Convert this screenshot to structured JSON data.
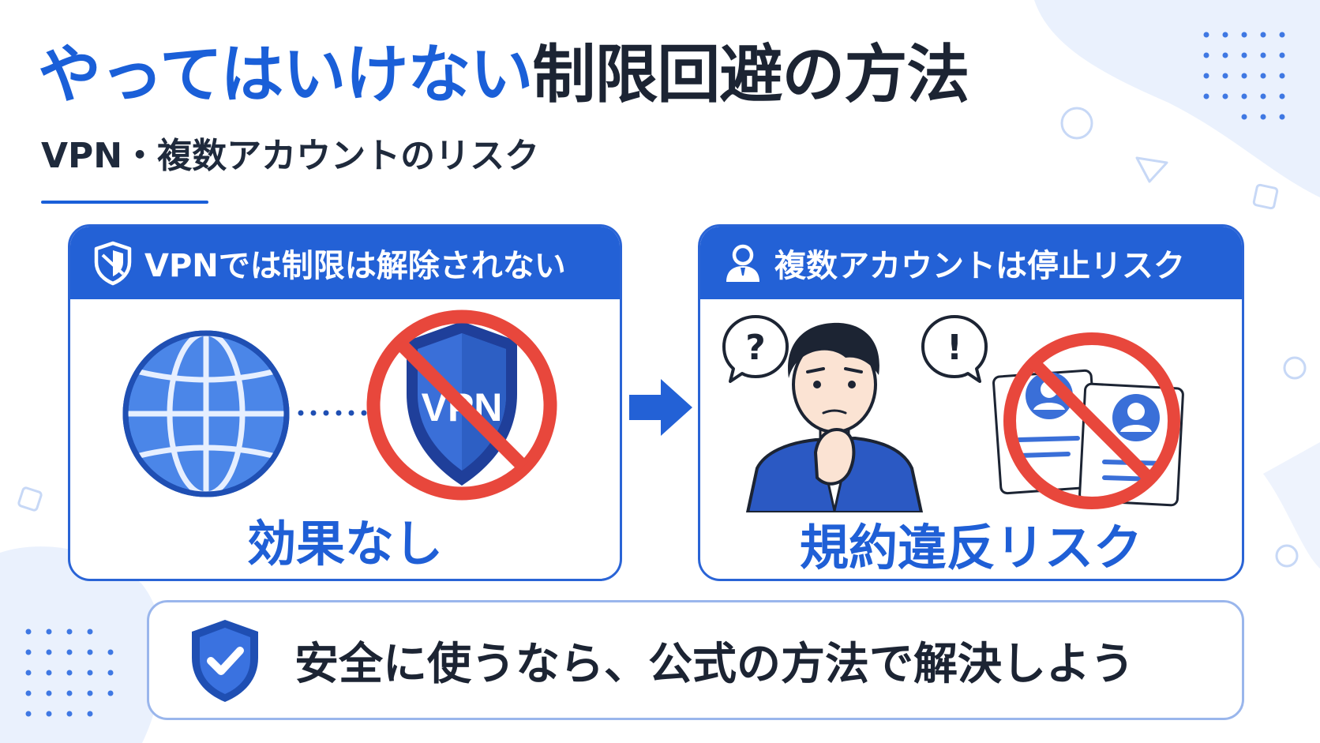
{
  "title": {
    "part_blue": "やってはいけない",
    "part_dark": "制限回避の方法"
  },
  "subtitle": "VPN・複数アカウントのリスク",
  "left_card": {
    "heading": "VPNでは制限は解除されない",
    "shield_text": "VPN",
    "result": "効果なし",
    "icons": [
      "shield-icon",
      "globe-icon",
      "vpn-shield-icon",
      "prohibited-icon"
    ]
  },
  "right_card": {
    "heading": "複数アカウントは停止リスク",
    "bubble_left": "?",
    "bubble_right": "!",
    "result": "規約違反リスク",
    "icons": [
      "person-icon",
      "worried-man-icon",
      "account-cards-icon",
      "prohibited-icon"
    ]
  },
  "bottom_message": "安全に使うなら、公式の方法で解決しよう",
  "colors": {
    "primary_blue": "#1a5fd8",
    "header_blue": "#2361d6",
    "dark_text": "#1c2433",
    "prohibit_red": "#e8473c",
    "light_blue_bg": "#e9f0fd"
  }
}
